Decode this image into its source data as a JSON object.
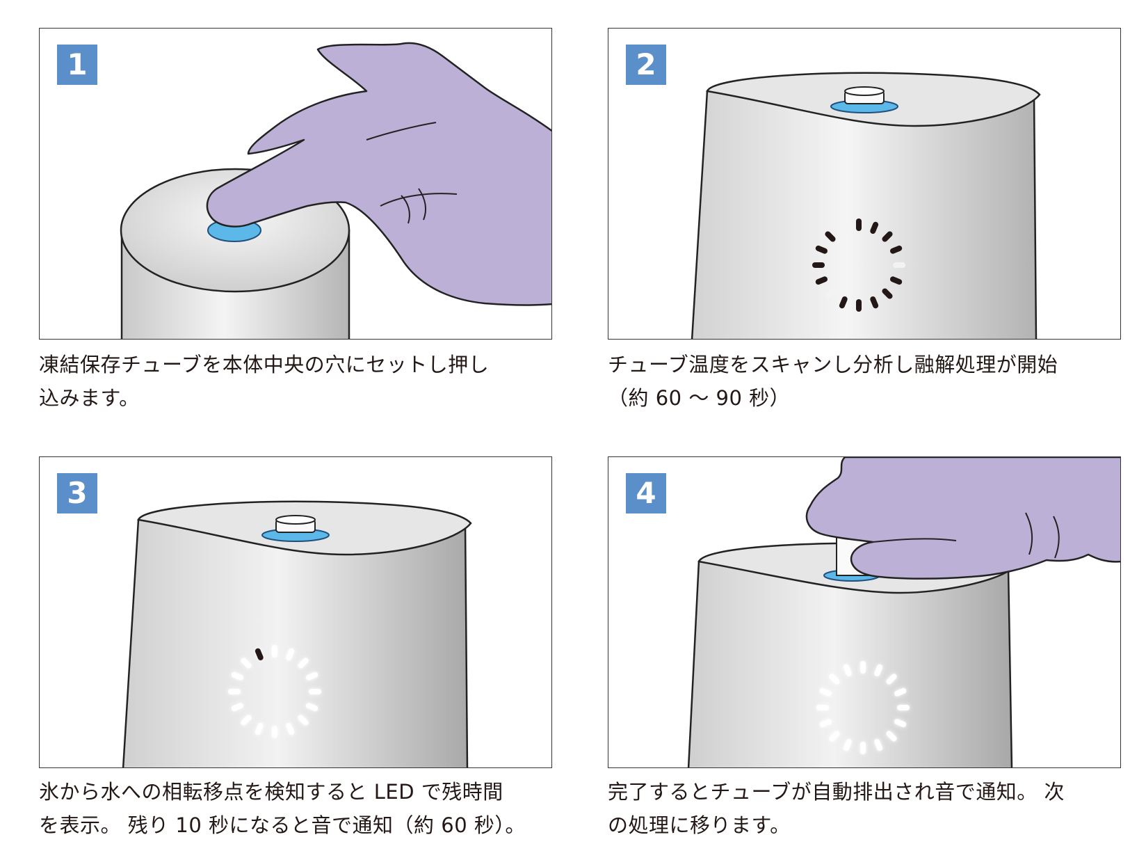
{
  "steps": [
    {
      "number": "1",
      "caption_line1": "凍結保存チューブを本体中央の穴にセットし押し",
      "caption_line2": "込みます。"
    },
    {
      "number": "2",
      "caption_line1": "チューブ温度をスキャンし分析し融解処理が開始",
      "caption_line2": "（約 60 ～ 90 秒）"
    },
    {
      "number": "3",
      "caption_line1": "氷から水への相転移点を検知すると LED で残時間",
      "caption_line2": "を表示。 残り 10 秒になると音で通知（約 60 秒）。"
    },
    {
      "number": "4",
      "caption_line1": "完了するとチューブが自動排出され音で通知。 次",
      "caption_line2": "の処理に移ります。"
    }
  ],
  "colors": {
    "badge": "#5b8fc9",
    "glove": "#bcb0d6",
    "button_blue": "#5bb8e8",
    "device_metal": "#d8d8d8"
  }
}
